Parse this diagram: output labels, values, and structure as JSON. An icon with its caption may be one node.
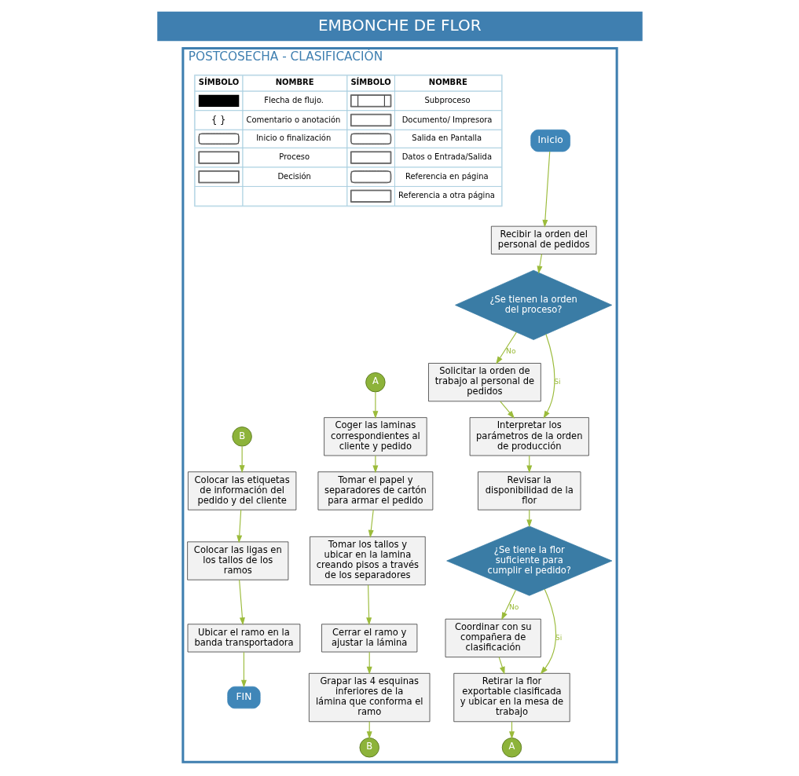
{
  "diagram": {
    "title": "EMBONCHE DE FLOR",
    "nodes": [
      {
        "text": [
          "POSTCOSECHA - CLASIFICACIÓN"
        ]
      },
      {
        "text": [
          "Inicio"
        ],
        "in": 0
      },
      {
        "text": [
          "Recibir la orden del personal de pedidos"
        ],
        "in": 0
      },
      {
        "text": [
          "¿Se tienen la orden del proceso?"
        ],
        "in": 0
      },
      {
        "text": [
          "Solicitar la orden de trabajo al personal de pedidos"
        ],
        "in": 0
      },
      {
        "text": [
          "Interpretar los parámetros de la orden de producción"
        ],
        "in": 0
      },
      {
        "text": [
          "Revisar la disponibilidad de la flor"
        ],
        "in": 0
      },
      {
        "text": [
          "¿Se tiene la flor suficiente para cumplir el pedido?"
        ],
        "in": 0
      },
      {
        "text": [
          "Coordinar con su compañera de clasificación"
        ],
        "in": 0
      },
      {
        "text": [
          "Retirar la flor exportable clasificada y ubicar en la mesa de trabajo"
        ],
        "in": 0
      },
      {
        "text": [
          "A"
        ],
        "in": 0
      },
      {
        "text": [
          "A"
        ],
        "in": 0
      },
      {
        "text": [
          "Coger las laminas correspondientes al cliente y pedido"
        ],
        "in": 0
      },
      {
        "text": [
          "Tomar el papel y separadores de cartón para armar el pedido"
        ],
        "in": 0
      },
      {
        "text": [
          "Tomar los tallos y ubicar en la lamina creando pisos a través de los separadores"
        ],
        "in": 0
      },
      {
        "text": [
          "Cerrar el ramo y ajustar la lámina"
        ],
        "in": 0
      },
      {
        "text": [
          "Grapar las 4 esquinas inferiores de la lámina que conforma el ramo"
        ],
        "in": 0
      },
      {
        "text": [
          "B"
        ],
        "in": 0
      },
      {
        "text": [
          "B"
        ],
        "in": 0
      },
      {
        "text": [
          "Colocar las etiquetas de información del pedido y del cliente"
        ],
        "in": 0
      },
      {
        "text": [
          "Colocar las ligas en los tallos de los ramos"
        ],
        "in": 0
      },
      {
        "text": [
          "Ubicar el ramo en la banda transportadora"
        ],
        "in": 0
      },
      {
        "text": [
          "FIN"
        ],
        "in": 0
      }
    ],
    "edges": [
      {
        "from": 1,
        "to": 2,
        "arrow": "to"
      },
      {
        "from": 2,
        "to": 3,
        "arrow": "to"
      },
      {
        "from": 3,
        "to": 4,
        "arrow": "to",
        "label": "No"
      },
      {
        "from": 3,
        "to": 5,
        "arrow": "to",
        "label": "Si"
      },
      {
        "from": 4,
        "to": 5,
        "arrow": "to"
      },
      {
        "from": 5,
        "to": 6,
        "arrow": "to"
      },
      {
        "from": 6,
        "to": 7,
        "arrow": "to"
      },
      {
        "from": 7,
        "to": 8,
        "arrow": "to",
        "label": "No"
      },
      {
        "from": 7,
        "to": 9,
        "arrow": "to",
        "label": "Si"
      },
      {
        "from": 8,
        "to": 9,
        "arrow": "to"
      },
      {
        "from": 9,
        "to": 10,
        "arrow": "to"
      },
      {
        "from": 11,
        "to": 12,
        "arrow": "to"
      },
      {
        "from": 12,
        "to": 13,
        "arrow": "to"
      },
      {
        "from": 13,
        "to": 14,
        "arrow": "to"
      },
      {
        "from": 14,
        "to": 15,
        "arrow": "to"
      },
      {
        "from": 15,
        "to": 16,
        "arrow": "to"
      },
      {
        "from": 16,
        "to": 17,
        "arrow": "to"
      },
      {
        "from": 18,
        "to": 19,
        "arrow": "to"
      },
      {
        "from": 19,
        "to": 20,
        "arrow": "to"
      },
      {
        "from": 20,
        "to": 21,
        "arrow": "to"
      },
      {
        "from": 21,
        "to": 22,
        "arrow": "to"
      }
    ],
    "labels": [
      "SÍMBOLO",
      "NOMBRE",
      "SÍMBOLO",
      "NOMBRE",
      "{ }"
    ],
    "legend": [
      {
        "text": "Flecha de flujo."
      },
      {
        "text": "Subproceso"
      },
      {
        "text": "Comentario o anotación"
      },
      {
        "text": "Documento/ Impresora"
      },
      {
        "text": "Inicio o finalización"
      },
      {
        "text": "Salida en Pantalla"
      },
      {
        "text": "Proceso"
      },
      {
        "text": "Datos o Entrada/Salida"
      },
      {
        "text": "Decisión"
      },
      {
        "text": "Referencia en página"
      },
      {
        "text": "Referencia a otra página"
      }
    ]
  }
}
